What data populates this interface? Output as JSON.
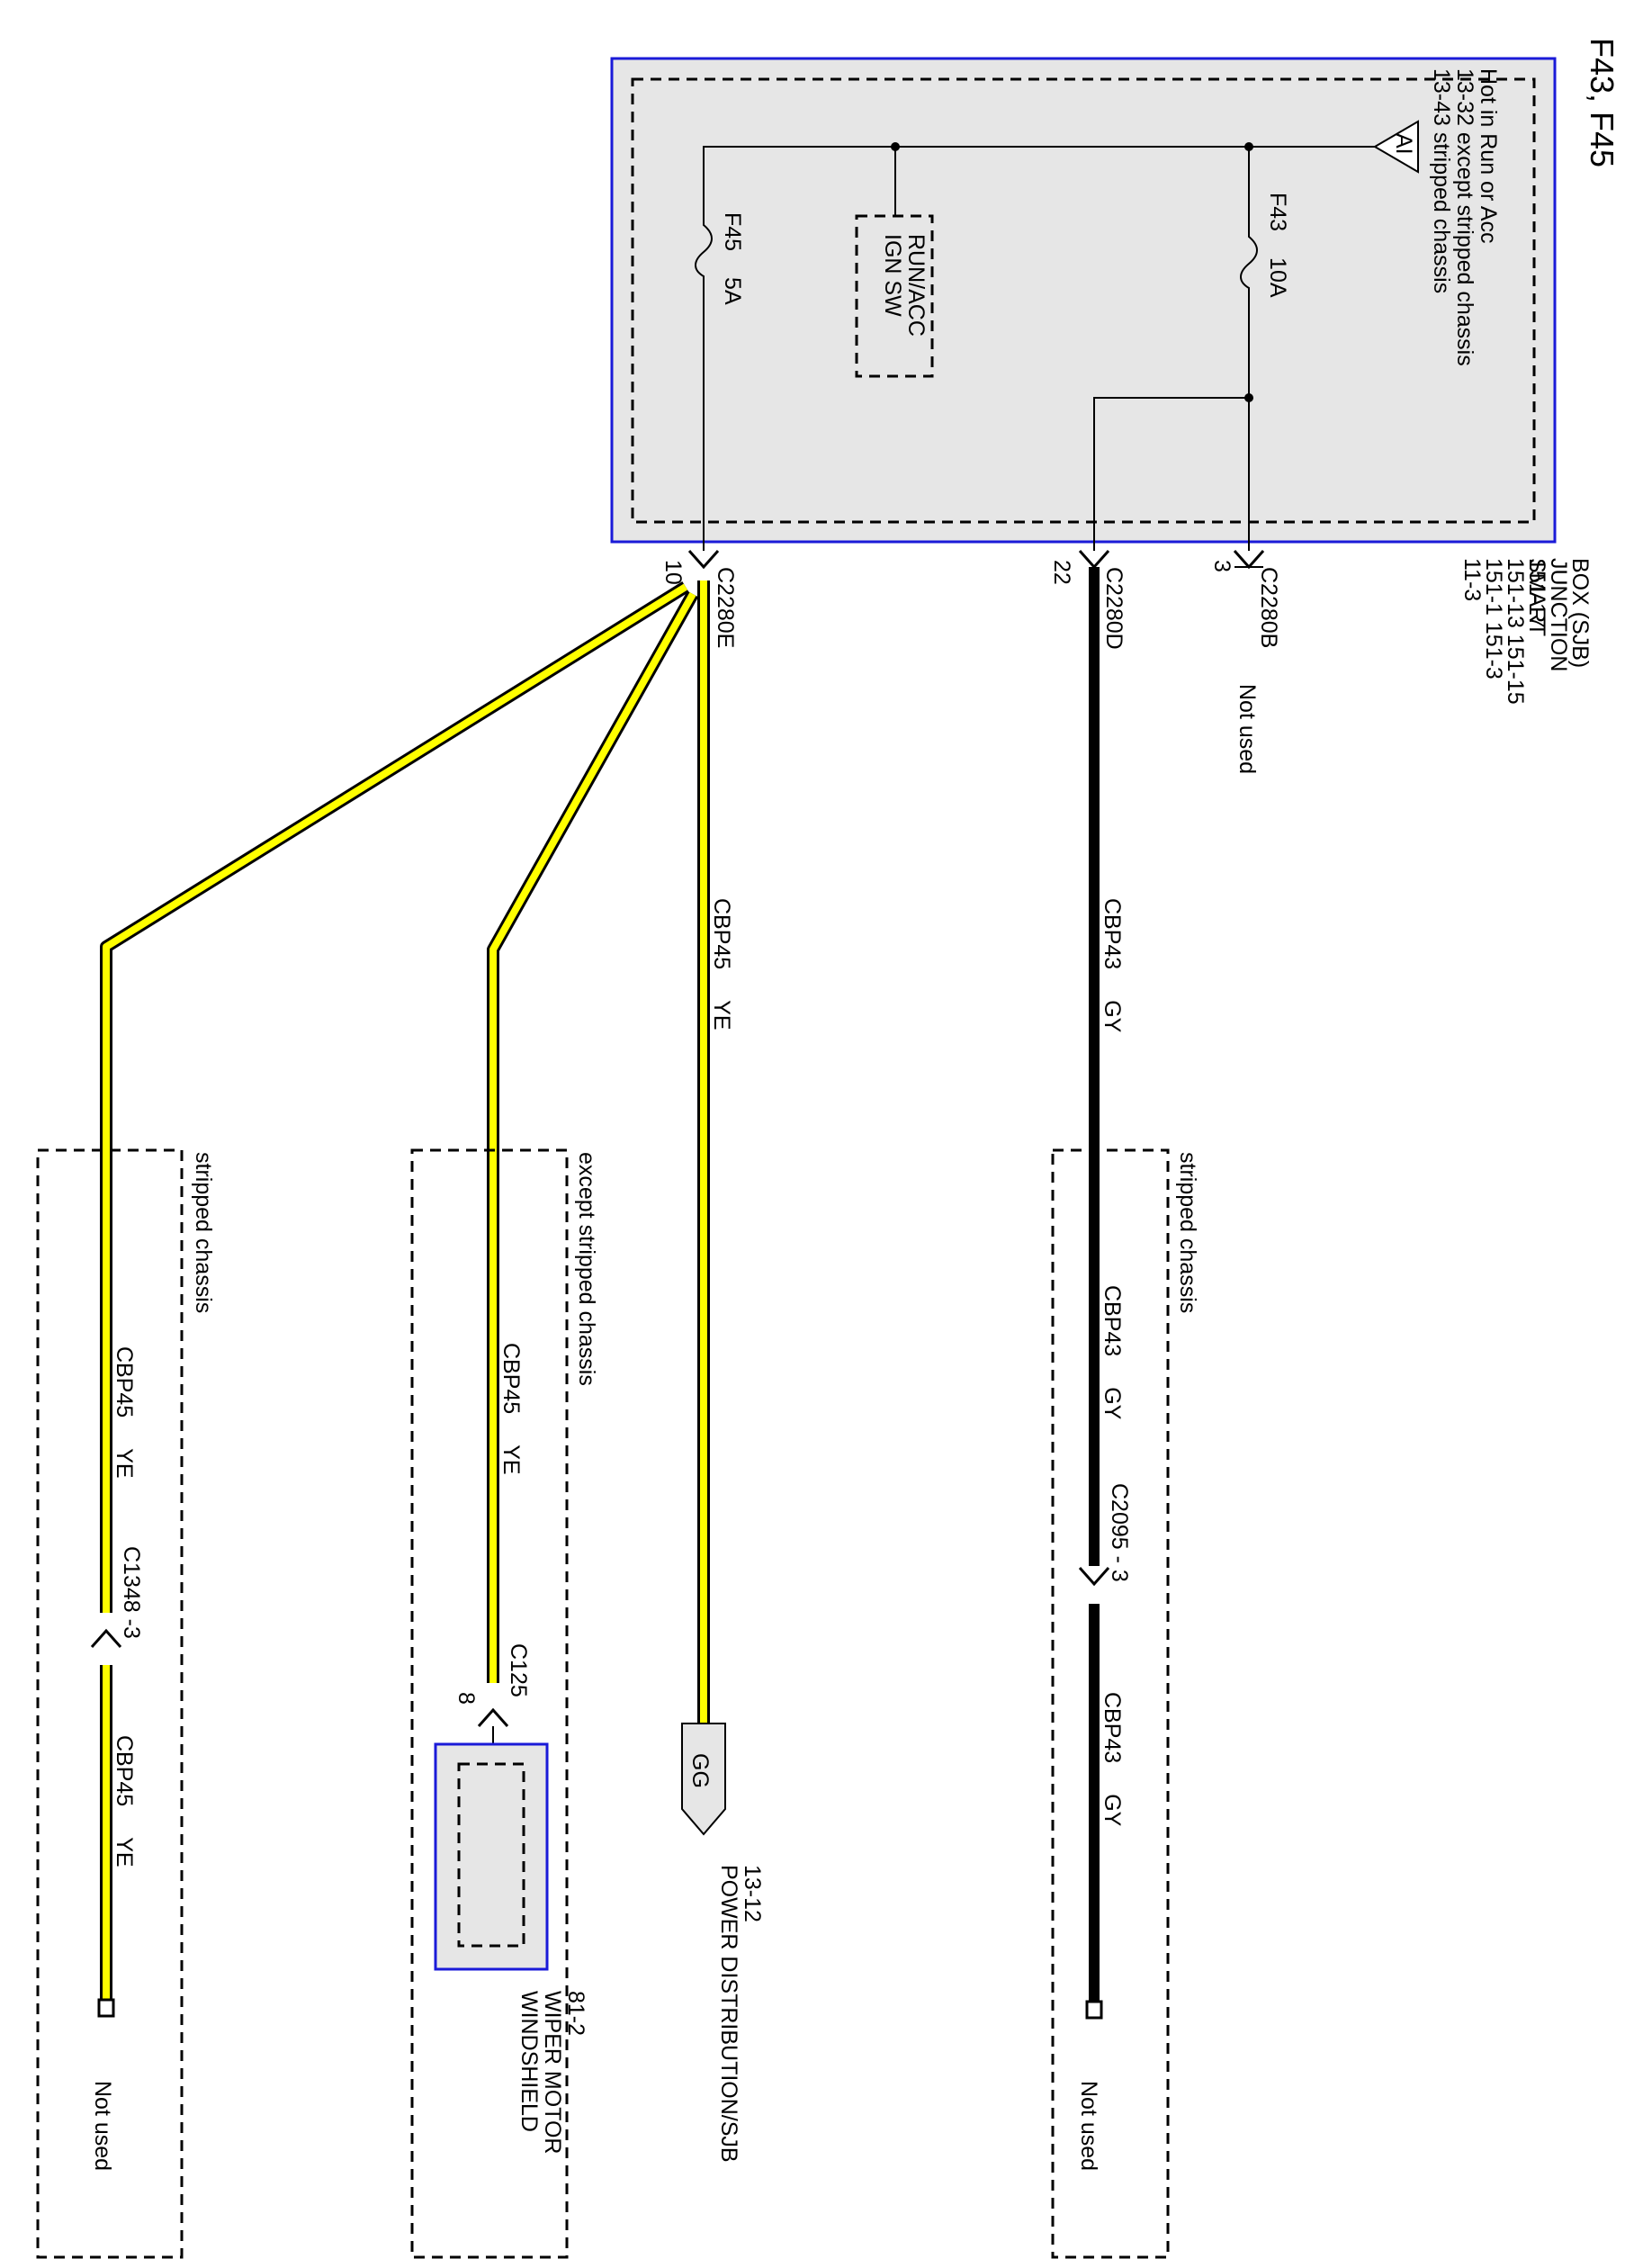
{
  "title": "F43, F45",
  "sjb": {
    "name_lines": [
      "SMART",
      "JUNCTION",
      "BOX (SJB)"
    ],
    "ref_lines": [
      "11-3",
      "151-1     151-3",
      "151-13   151-15",
      "151-17"
    ]
  },
  "hot_note": {
    "lines": [
      "Hot in Run or Acc",
      "13-32   except stripped chassis",
      "13-43   stripped chassis"
    ],
    "symbol": "AI"
  },
  "fuses": {
    "f43": {
      "name": "F43",
      "rating": "10A"
    },
    "f45": {
      "name": "F45",
      "rating": "5A"
    }
  },
  "ign_switch": {
    "lines": [
      "RUN/ACC",
      "IGN SW"
    ]
  },
  "connectors": {
    "c2280b": {
      "name": "C2280B",
      "pin": "3",
      "note": "Not used"
    },
    "c2280d": {
      "name": "C2280D",
      "pin": "22"
    },
    "c2280e": {
      "name": "C2280E",
      "pin": "10"
    },
    "c2095": {
      "name": "C2095 - 3"
    },
    "c1348": {
      "name": "C1348 -3"
    },
    "c125": {
      "name": "C125",
      "pin": "8"
    }
  },
  "wires": {
    "cbp43": {
      "circuit": "CBP43",
      "color": "GY"
    },
    "cbp45": {
      "circuit": "CBP45",
      "color": "YE"
    }
  },
  "conditions": {
    "stripped": "stripped chassis",
    "except_stripped": "except stripped chassis"
  },
  "destinations": {
    "power_dist": {
      "symbol": "GG",
      "lines": [
        "POWER DISTRIBUTION/SJB",
        "13-12"
      ]
    },
    "wiper_motor": {
      "lines": [
        "WINDSHIELD",
        "WIPER MOTOR",
        "81-2"
      ]
    },
    "not_used_gy": "Not used",
    "not_used_ye": "Not used"
  },
  "colors": {
    "wire_yellow": "#ffff00",
    "wire_black": "#000000",
    "component_border": "#1a1ad8",
    "component_fill": "#e6e6e6"
  }
}
